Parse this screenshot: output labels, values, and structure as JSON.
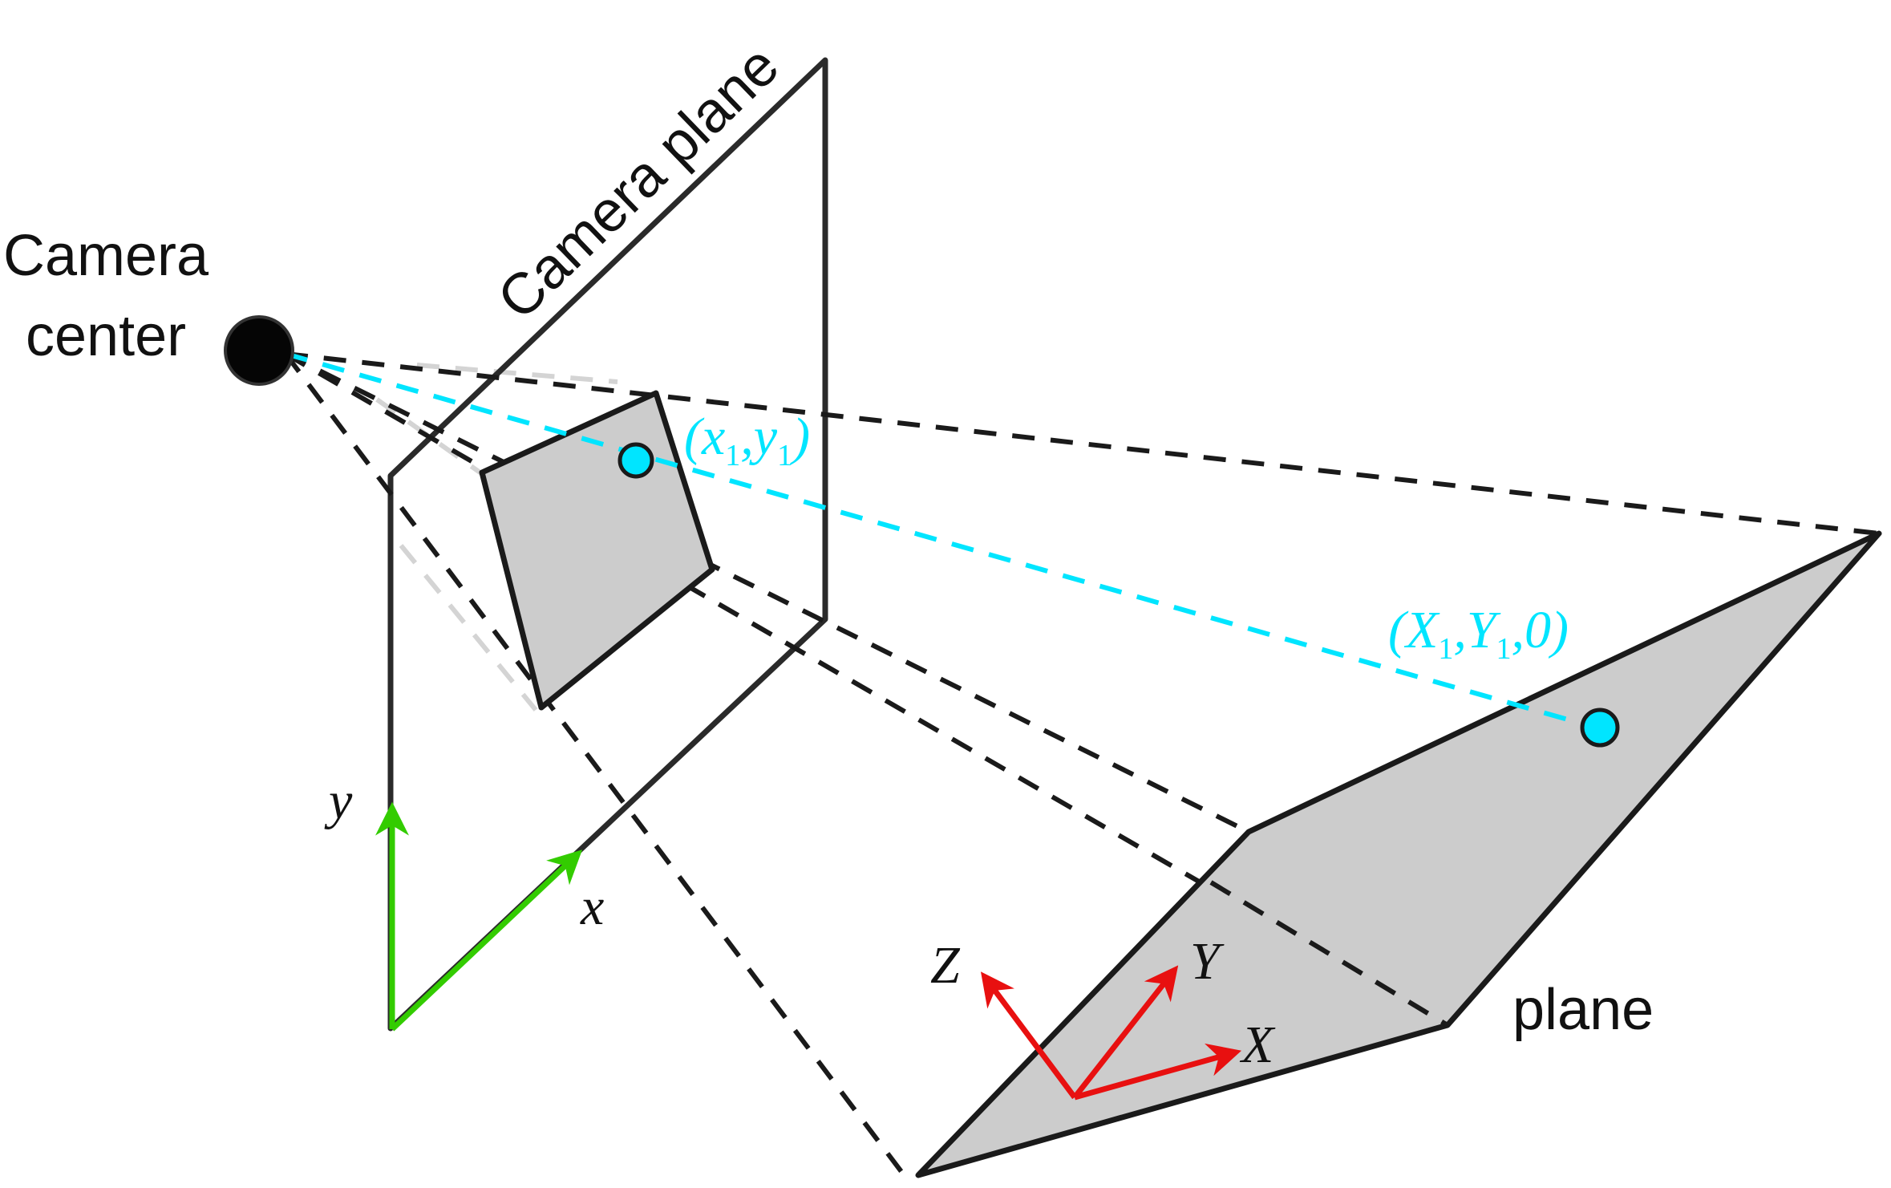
{
  "labels": {
    "camera_center": [
      "Camera",
      "center"
    ],
    "camera_plane": "Camera plane",
    "plane": "plane",
    "image_point": {
      "open": "(",
      "x": "x",
      "x_sub": "1",
      "comma": ",",
      "y": "y",
      "y_sub": "1",
      "close": ")"
    },
    "world_point": {
      "open": "(",
      "X": "X",
      "X_sub": "1",
      "comma1": ",",
      "Y": "Y",
      "Y_sub": "1",
      "comma2": ",",
      "zero": "0",
      "close": ")"
    },
    "camera_axes": {
      "x": "x",
      "y": "y"
    },
    "world_axes": {
      "X": "X",
      "Y": "Y",
      "Z": "Z"
    }
  },
  "colors": {
    "projection_ray": "#00e5ff",
    "point_fill": "#00e5ff",
    "camera_axes": "#33cc00",
    "world_axes": "#e81010",
    "plane_fill": "#cccccc",
    "camera_center": "#050505"
  }
}
